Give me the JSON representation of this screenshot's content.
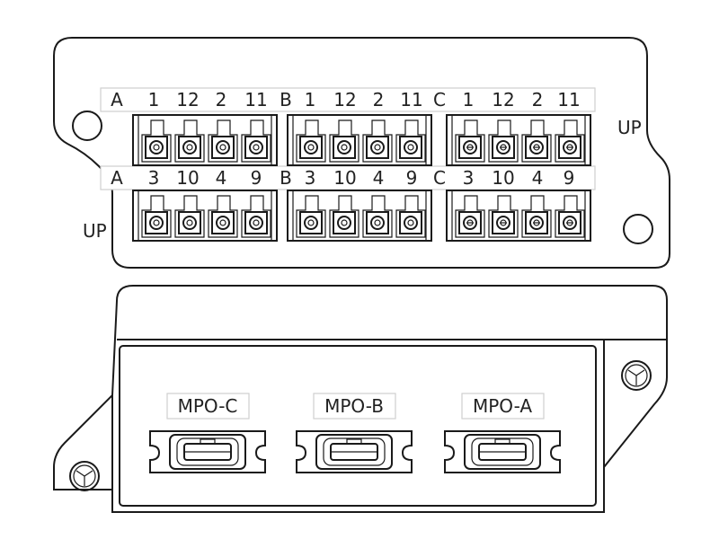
{
  "top_panel": {
    "row1": [
      "A",
      "1",
      "12",
      "2",
      "11",
      "B",
      "1",
      "12",
      "2",
      "11",
      "C",
      "1",
      "12",
      "2",
      "11"
    ],
    "row2": [
      "A",
      "3",
      "10",
      "4",
      "9",
      "B",
      "3",
      "10",
      "4",
      "9",
      "C",
      "3",
      "10",
      "4",
      "9"
    ],
    "up_right": "UP",
    "up_left": "UP"
  },
  "bottom_panel": {
    "connectors": [
      "MPO-C",
      "MPO-B",
      "MPO-A"
    ]
  }
}
